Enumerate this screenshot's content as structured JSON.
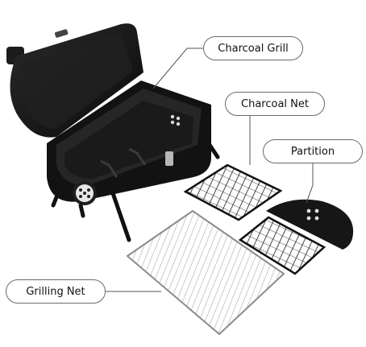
{
  "callouts": {
    "charcoal_grill": "Charcoal Grill",
    "charcoal_net": "Charcoal Net",
    "partition": "Partition",
    "grilling_net": "Grilling Net"
  },
  "colors": {
    "grill_body": "#141414",
    "steel_net": "#c8c8c8",
    "callout_border": "#6a6a6a"
  },
  "icons": [
    "charcoal-grill-illustration",
    "charcoal-net-illustration",
    "partition-plate-illustration",
    "grilling-net-illustration"
  ]
}
